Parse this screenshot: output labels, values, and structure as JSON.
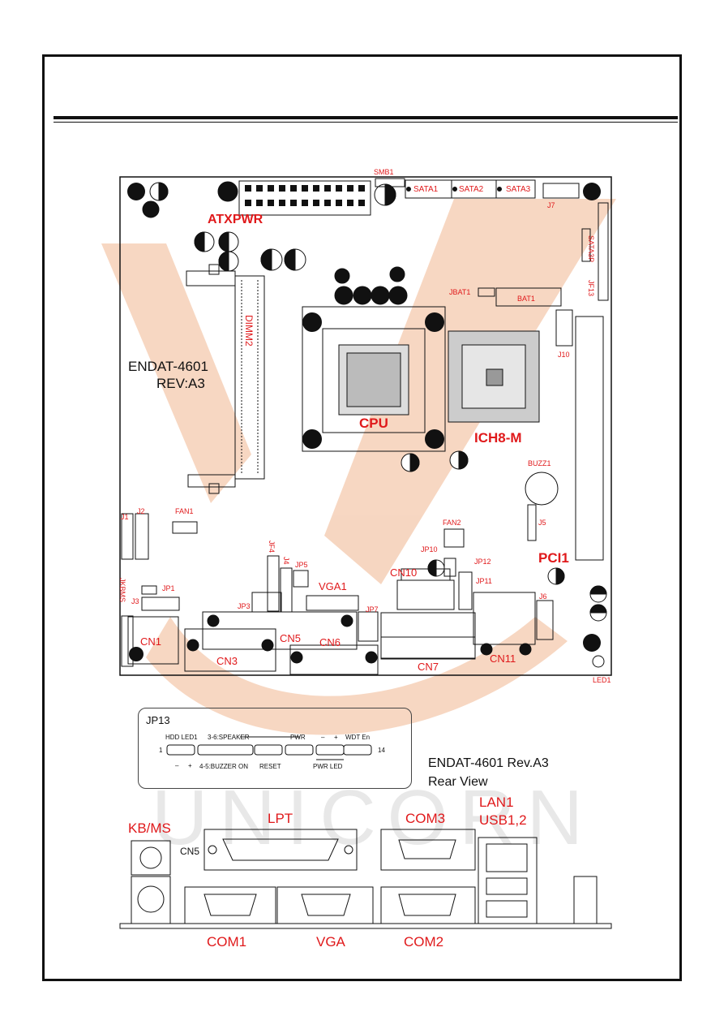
{
  "board": {
    "model": "ENDAT-4601",
    "revision": "REV:A3",
    "watermark": "UNICORN"
  },
  "labels": {
    "atxpwr": "ATXPWR",
    "smb1": "SMB1",
    "sata1": "SATA1",
    "sata2": "SATA2",
    "sata3": "SATA3",
    "j7": "J7",
    "sata3p": "SATA3P",
    "jf13": "JF13",
    "jbat1": "JBAT1",
    "bat1": "BAT1",
    "dimm2": "DIMM2",
    "j10": "J10",
    "cpu": "CPU",
    "ich8m": "ICH8-M",
    "buzz1": "BUZZ1",
    "fan1": "FAN1",
    "fan2": "FAN2",
    "j1": "J1",
    "j2": "J2",
    "j5": "J5",
    "jf4": "JF4",
    "j4": "J4",
    "jp5": "JP5",
    "jp10": "JP10",
    "jp12": "JP12",
    "pci1": "PCI1",
    "cn10": "CN10",
    "jp11": "JP11",
    "vga1": "VGA1",
    "jp1": "JP1",
    "jkbms": "JKBMS",
    "j3": "J3",
    "jp3": "JP3",
    "jp7": "JP7",
    "j6": "J6",
    "cn1": "CN1",
    "cn5": "CN5",
    "cn6": "CN6",
    "cn3": "CN3",
    "cn7": "CN7",
    "cn11": "CN11",
    "led1": "LED1"
  },
  "legend": {
    "title": "JP13",
    "hdd_led1": "HDD LED1",
    "speaker": "3-6:SPEAKER",
    "pwr": "PWR",
    "minus_top": "–",
    "plus_top": "+",
    "wdt_en": "WDT En",
    "pin_start": "1",
    "pin_end": "14",
    "minus_bottom": "–",
    "plus_bottom": "+",
    "buzzer_on": "4-5:BUZZER ON",
    "reset": "RESET",
    "pwr_led": "PWR LED"
  },
  "rear_view": {
    "title_line1": "ENDAT-4601  Rev.A3",
    "title_line2": "Rear View",
    "kbms": "KB/MS",
    "lpt": "LPT",
    "cn5": "CN5",
    "com3": "COM3",
    "lan1": "LAN1",
    "usb12": "USB1,2",
    "com1": "COM1",
    "vga": "VGA",
    "com2": "COM2"
  },
  "colors": {
    "label_red": "#e0191b",
    "line": "#111111",
    "watermark": "#f3c8a8"
  }
}
